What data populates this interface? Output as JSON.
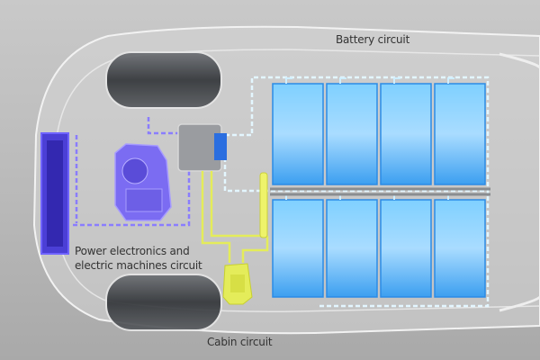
{
  "labels": {
    "battery": "Battery circuit",
    "power_line1": "Power electronics and",
    "power_line2": "electric machines circuit",
    "cabin": "Cabin circuit"
  },
  "colors": {
    "battery_circuit": "#dff4ff",
    "power_circuit": "#6a5cff",
    "cabin_circuit": "#e8ef60",
    "battery_cell": "#3aa6f2"
  }
}
